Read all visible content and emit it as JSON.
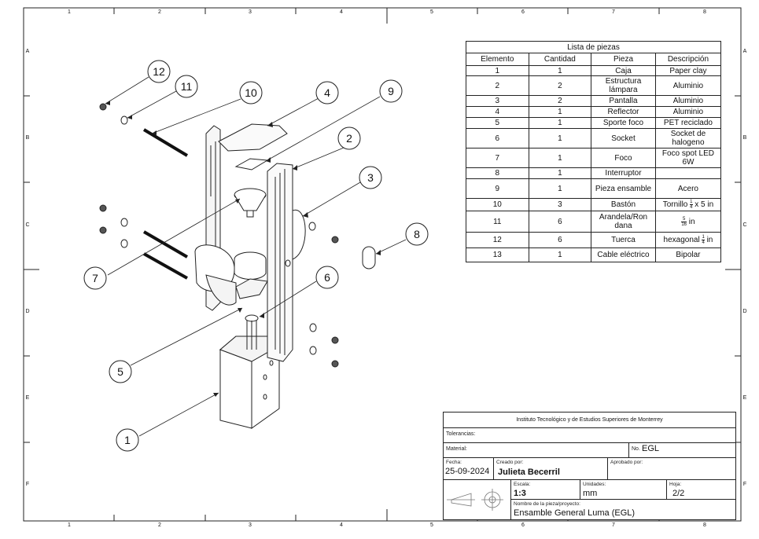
{
  "frame": {
    "columns": [
      "1",
      "2",
      "3",
      "4",
      "5",
      "6",
      "7",
      "8"
    ],
    "rows": [
      "A",
      "B",
      "C",
      "D",
      "E",
      "F"
    ]
  },
  "balloons": [
    "1",
    "2",
    "3",
    "4",
    "5",
    "6",
    "7",
    "8",
    "9",
    "10",
    "11",
    "12"
  ],
  "parts_list": {
    "title": "Lista de piezas",
    "headers": [
      "Elemento",
      "Cantidad",
      "Pieza",
      "Descripción"
    ],
    "rows": [
      {
        "item": "1",
        "qty": "1",
        "part": "Caja",
        "desc": "Paper clay"
      },
      {
        "item": "2",
        "qty": "2",
        "part": "Estructura lámpara",
        "desc": "Aluminio"
      },
      {
        "item": "3",
        "qty": "2",
        "part": "Pantalla",
        "desc": "Aluminio"
      },
      {
        "item": "4",
        "qty": "1",
        "part": "Reflector",
        "desc": "Aluminio"
      },
      {
        "item": "5",
        "qty": "1",
        "part": "Sporte foco",
        "desc": "PET reciclado"
      },
      {
        "item": "6",
        "qty": "1",
        "part": "Socket",
        "desc": "Socket de halogeno"
      },
      {
        "item": "7",
        "qty": "1",
        "part": "Foco",
        "desc": "Foco spot LED 6W"
      },
      {
        "item": "8",
        "qty": "1",
        "part": "Interruptor",
        "desc": ""
      },
      {
        "item": "9",
        "qty": "1",
        "part": "Pieza ensamble",
        "desc": "Acero"
      },
      {
        "item": "10",
        "qty": "3",
        "part": "Bastón",
        "desc": "Tornillo",
        "desc_frac": [
          "1",
          "4"
        ],
        "desc_after": "x 5 in"
      },
      {
        "item": "11",
        "qty": "6",
        "part": "Arandela/Ron dana",
        "desc": "",
        "desc_frac": [
          "5",
          "16"
        ],
        "desc_after": "in"
      },
      {
        "item": "12",
        "qty": "6",
        "part": "Tuerca",
        "desc": "hexagonal",
        "desc_frac": [
          "1",
          "4"
        ],
        "desc_after": "in"
      },
      {
        "item": "13",
        "qty": "1",
        "part": "Cable eléctrico",
        "desc": "Bipolar"
      }
    ]
  },
  "title_block": {
    "institution": "Instituto Tecnológico y de Estudios Superiores de Monterrey",
    "tolerances_label": "Tolerancias:",
    "material_label": "Material:",
    "no_label": "No.",
    "no_value": "EGL",
    "date_label": "Fecha:",
    "date_value": "25-09-2024",
    "created_label": "Creado por:",
    "created_value": "Julieta Becerril",
    "approved_label": "Aprobado por:",
    "scale_label": "Escala:",
    "scale_value": "1:3",
    "units_label": "Unidades:",
    "units_value": "mm",
    "sheet_label": "Hoja:",
    "sheet_value": "2/2",
    "name_label": "Nombre de la pieza/proyecto:",
    "name_value": "Ensamble General Luma (EGL)"
  }
}
